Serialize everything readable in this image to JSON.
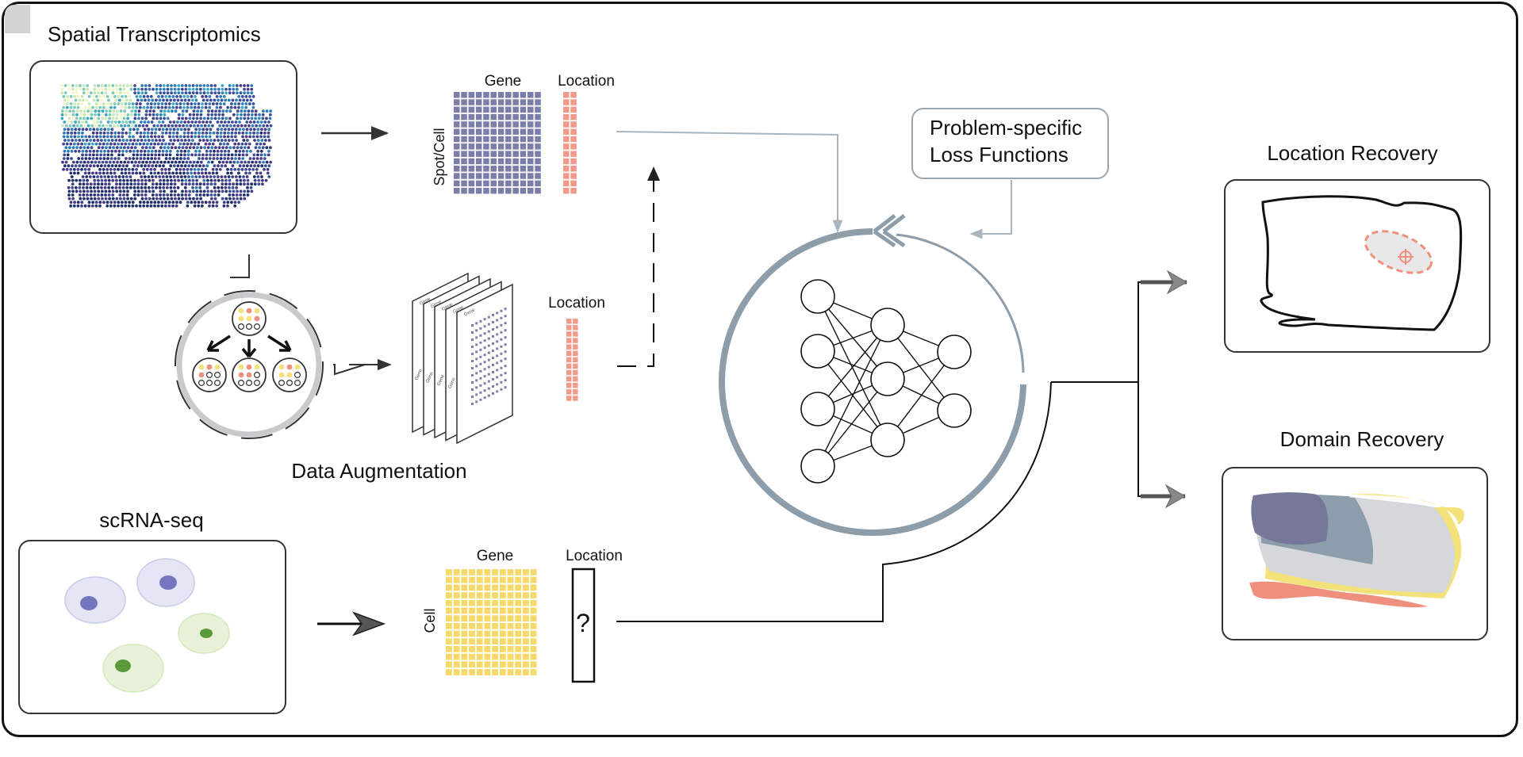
{
  "sections": {
    "spatial_title": "Spatial Transcriptomics",
    "augmentation_title": "Data Augmentation",
    "scrna_title": "scRNA-seq",
    "loss_box": [
      "Problem-specific",
      "Loss Functions"
    ],
    "location_recovery_title": "Location Recovery",
    "domain_recovery_title": "Domain Recovery"
  },
  "matrices": {
    "top": {
      "col_label": "Gene",
      "row_label": "Spot/Cell",
      "side_label": "Location"
    },
    "middle": {
      "side_label": "Location",
      "sheet_label": "Gene"
    },
    "bottom": {
      "col_label": "Gene",
      "row_label": "Cell",
      "side_label": "Location",
      "unknown_mark": "?"
    }
  },
  "colors": {
    "gene_matrix_st": "#7b7ea8",
    "location_cells": "#ef9a8a",
    "gene_matrix_sc": "#f6d86b",
    "ring": "#8d9daa",
    "arrow_grey": "#8a8a8a",
    "domain_purple": "#77779a",
    "domain_steel": "#8c9eab",
    "domain_light": "#d5d7da",
    "domain_yellow": "#f3e27a",
    "domain_salmon": "#ef8f7d"
  },
  "icons": [
    "network-icon",
    "cell-icon",
    "tissue-outline-icon",
    "target-icon",
    "spot-circle-icon"
  ]
}
